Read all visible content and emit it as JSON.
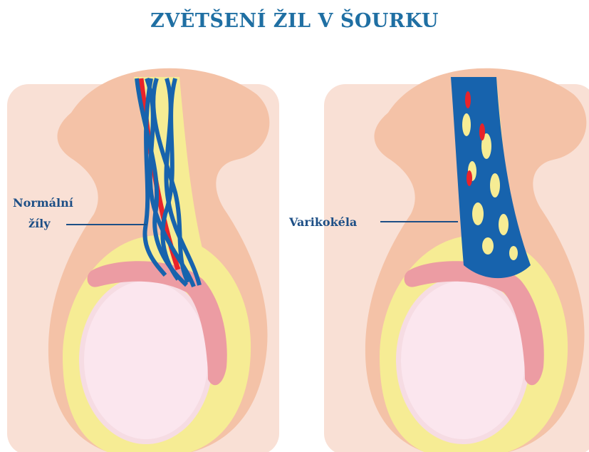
{
  "title": "ZVĚTŠENÍ ŽIL V ŠOURKU",
  "left_panel": {
    "label_line1": "Normální",
    "label_line2": "žíly"
  },
  "right_panel": {
    "label": "Varikokéla"
  },
  "colors": {
    "title": "#1f6fa3",
    "label": "#1d4f86",
    "skin_back": "#f8ddd2",
    "skin": "#f4c3a8",
    "tunica": "#f7ef9a",
    "testis": "#fbe4ec",
    "epididymis": "#ec9da4",
    "vein": "#1763ad",
    "artery": "#e8232a"
  }
}
